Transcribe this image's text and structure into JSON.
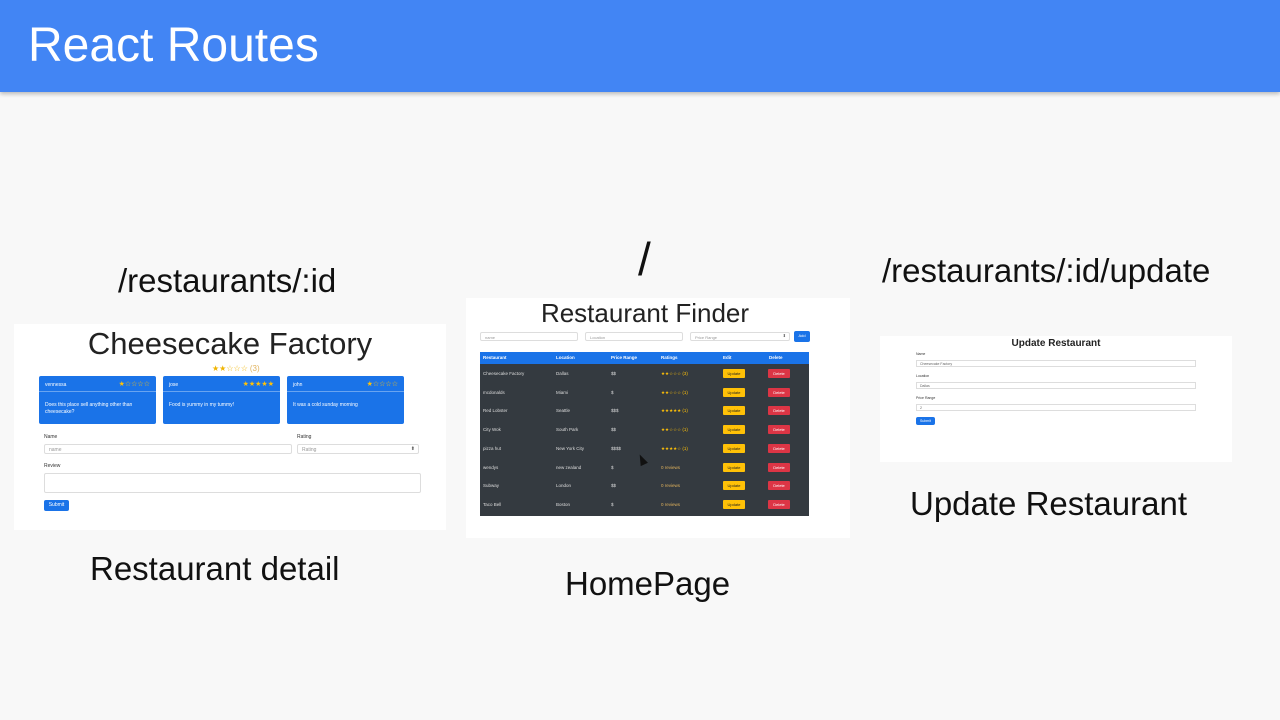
{
  "slide": {
    "title": "React Routes"
  },
  "routes": {
    "home": "/",
    "detail": "/restaurants/:id",
    "update": "/restaurants/:id/update"
  },
  "captions": {
    "detail": "Restaurant detail",
    "home": "HomePage",
    "update": "Update Restaurant"
  },
  "detail_screen": {
    "title": "Cheesecake Factory",
    "stars": "★★☆☆☆",
    "rating_count": "(3)",
    "reviews": [
      {
        "name": "vennessa",
        "stars": "★☆☆☆☆",
        "text": "Does this place sell anything other than cheesecake?"
      },
      {
        "name": "jose",
        "stars": "★★★★★",
        "text": "Food is yummy in my tummy!"
      },
      {
        "name": "john",
        "stars": "★☆☆☆☆",
        "text": "It was a cold sunday morning"
      }
    ],
    "form": {
      "name_label": "Name",
      "name_placeholder": "name",
      "rating_label": "Rating",
      "rating_selected": "Rating",
      "review_label": "Review",
      "submit": "Submit"
    }
  },
  "home_screen": {
    "title": "Restaurant Finder",
    "add_form": {
      "name_placeholder": "name",
      "location_placeholder": "Location",
      "price_selected": "Price Range",
      "add": "Add"
    },
    "table": {
      "headers": [
        "Restaurant",
        "Location",
        "Price Range",
        "Ratings",
        "Edit",
        "Delete"
      ],
      "rows": [
        {
          "name": "Cheesecake Factory",
          "location": "Dallas",
          "price": "$$",
          "rating": "★★☆☆☆ (3)",
          "rated": true
        },
        {
          "name": "mcdonalds",
          "location": "Miami",
          "price": "$",
          "rating": "★★☆☆☆ (1)",
          "rated": true
        },
        {
          "name": "Red Lobster",
          "location": "Seattle",
          "price": "$$$",
          "rating": "★★★★★ (1)",
          "rated": true
        },
        {
          "name": "City Wok",
          "location": "South Park",
          "price": "$$",
          "rating": "★★☆☆☆ (1)",
          "rated": true
        },
        {
          "name": "pizza hut",
          "location": "New York City",
          "price": "$$$$",
          "rating": "★★★★☆ (1)",
          "rated": true
        },
        {
          "name": "wendys",
          "location": "new zealand",
          "price": "$",
          "rating": "0 reviews",
          "rated": false
        },
        {
          "name": "Subway",
          "location": "London",
          "price": "$$",
          "rating": "0 reviews",
          "rated": false
        },
        {
          "name": "Taco Bell",
          "location": "Boston",
          "price": "$",
          "rating": "0 reviews",
          "rated": false
        }
      ],
      "update_label": "Update",
      "delete_label": "Delete"
    }
  },
  "update_screen": {
    "title": "Update Restaurant",
    "name_label": "Name",
    "name_value": "Cheesecake Factory",
    "location_label": "Location",
    "location_value": "Dallas",
    "price_label": "Price Range",
    "price_value": "2",
    "submit": "Submit"
  }
}
